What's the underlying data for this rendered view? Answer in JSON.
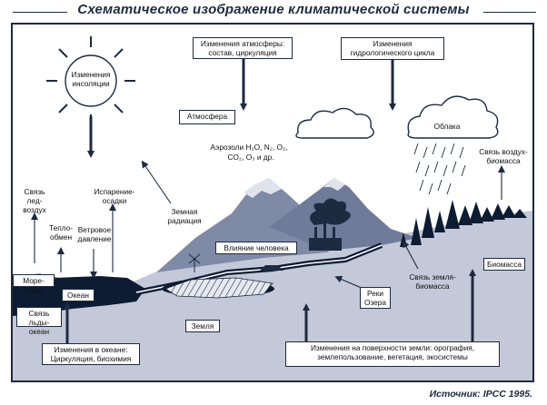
{
  "title": "Схематическое изображение климатической системы",
  "source": "Источник: IPCC 1995.",
  "boxes": {
    "atmosphere_change": "Изменения атмосферы: состав, циркуляция",
    "hydro_change": "Изменения гидрологического цикла",
    "atmosphere": "Атмосфера",
    "human_influence": "Влияние человека",
    "ocean": "Океан",
    "sea_ice": "Море-льды",
    "ice_ocean_link": "Связь льды-океан",
    "land": "Земля",
    "rivers_lakes": "Реки Озера",
    "biomass": "Биомасса",
    "ocean_change": "Изменения в океане: Циркуляция, биохимия",
    "land_surface_change": "Изменения на поверхности земли: орография, землепользование, вегетация, экосистемы"
  },
  "labels": {
    "insolation": "Изменения инсоляции",
    "clouds": "Облака",
    "aerosols_line1": "Аэрозоли H₂O, N₂, O₂,",
    "aerosols_line2": "CO₂, O₃ и др.",
    "terrestrial_radiation": "Земная радиация",
    "ice_air": "Связь лед-воздух",
    "heat_exchange": "Тепло-обмен",
    "wind_stress": "Ветровое давление",
    "evap_precip": "Испарение-осадки",
    "land_biomass": "Связь земля-биомасса",
    "air_biomass": "Связь воздух-биомасса"
  },
  "colors": {
    "ink": "#1d2a40",
    "mountain": "#7f8aa7",
    "mountain_light": "#a5aec6",
    "land": "#c3c9d8",
    "water": "#0d1b33",
    "cloud": "#ffffff",
    "sun": "#1d2a40"
  }
}
